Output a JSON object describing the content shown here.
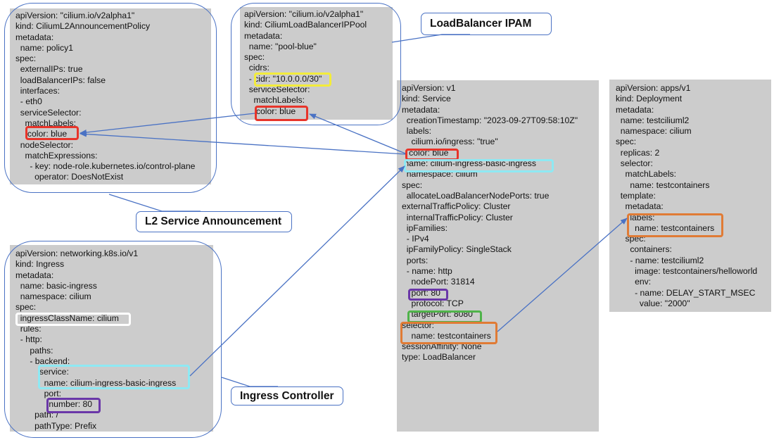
{
  "callouts": {
    "lb_ipam": "LoadBalancer IPAM",
    "l2_announcement": "L2 Service Announcement",
    "ingress_controller": "Ingress Controller"
  },
  "colors": {
    "connector": "#4a72c4",
    "panel": "#cccccc",
    "highlight_color_label": "#e8342a",
    "highlight_cidr": "#f3ec3a",
    "highlight_service_name": "#8ee9f3",
    "highlight_ingress_class": "#ffffff",
    "highlight_port": "#6a37a8",
    "highlight_target_port": "#4fb34a",
    "highlight_selector": "#e07b35"
  },
  "l2_policy": {
    "lines": [
      "apiVersion: \"cilium.io/v2alpha1\"",
      "kind: CiliumL2AnnouncementPolicy",
      "metadata:",
      "  name: policy1",
      "spec:",
      "  externalIPs: true",
      "  loadBalancerIPs: false",
      "  interfaces:",
      "  - eth0",
      "  serviceSelector:",
      "    matchLabels:",
      "     color: blue",
      "  nodeSelector:",
      "    matchExpressions:",
      "      - key: node-role.kubernetes.io/control-plane",
      "        operator: DoesNotExist"
    ]
  },
  "ip_pool": {
    "lines": [
      "apiVersion: \"cilium.io/v2alpha1\"",
      "kind: CiliumLoadBalancerIPPool",
      "metadata:",
      "  name: \"pool-blue\"",
      "spec:",
      "  cidrs:",
      "  - cidr: \"10.0.0.0/30\"",
      "  serviceSelector:",
      "    matchLabels:",
      "     color: blue"
    ]
  },
  "service": {
    "lines": [
      "apiVersion: v1",
      "kind: Service",
      "metadata:",
      "  creationTimestamp: \"2023-09-27T09:58:10Z\"",
      "  labels:",
      "    cilium.io/ingress: \"true\"",
      "   color: blue",
      " name: cilium-ingress-basic-ingress",
      "  namespace: cilium",
      "spec:",
      "  allocateLoadBalancerNodePorts: true",
      "externalTrafficPolicy: Cluster",
      "  internalTrafficPolicy: Cluster",
      "  ipFamilies:",
      "  - IPv4",
      "  ipFamilyPolicy: SingleStack",
      "  ports:",
      "  - name: http",
      "    nodePort: 31814",
      "    port: 80",
      "    protocol: TCP",
      "    targetPort: 8080",
      "selector:",
      "    name: testcontainers",
      "sessionAffinity: None",
      "type: LoadBalancer"
    ]
  },
  "deployment": {
    "lines": [
      "apiVersion: apps/v1",
      "kind: Deployment",
      "metadata:",
      "  name: testciliuml2",
      "  namespace: cilium",
      "spec:",
      "  replicas: 2",
      "  selector:",
      "    matchLabels:",
      "      name: testcontainers",
      "  template:",
      "    metadata:",
      "      labels:",
      "        name: testcontainers",
      "    spec:",
      "      containers:",
      "      - name: testciliuml2",
      "        image: testcontainers/helloworld",
      "        env:",
      "        - name: DELAY_START_MSEC",
      "          value: \"2000\""
    ]
  },
  "ingress": {
    "lines": [
      "apiVersion: networking.k8s.io/v1",
      "kind: Ingress",
      "metadata:",
      "  name: basic-ingress",
      "  namespace: cilium",
      "spec:",
      "  ingressClassName: cilium",
      "  rules:",
      "  - http:",
      "      paths:",
      "      - backend:",
      "          service:",
      "            name: cilium-ingress-basic-ingress",
      "            port:",
      "              number: 80",
      "        path: /",
      "        pathType: Prefix"
    ]
  }
}
